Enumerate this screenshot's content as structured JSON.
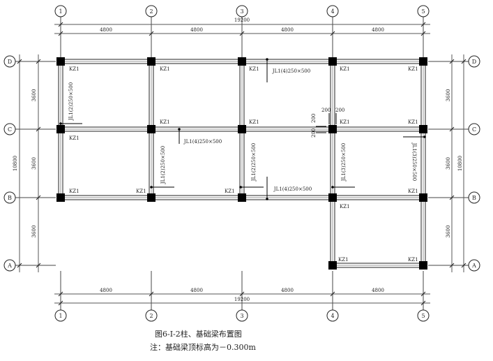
{
  "axes": {
    "cols": [
      "1",
      "2",
      "3",
      "4",
      "5"
    ],
    "rows": [
      "D",
      "C",
      "B",
      "A"
    ]
  },
  "dims": {
    "total_x": "19200",
    "bay_x": "4800",
    "total_y": "10800",
    "bay_y": "3600",
    "offset": "200"
  },
  "column_label": "KZ1",
  "beams": {
    "b1": "JL1(2)250×500",
    "b2": "JL1(4)250×500",
    "b3": "JL1(4)250×500",
    "b4": "JL1(2)250×500",
    "b5": "JL1(2)250×500",
    "b6": "JL1(4)250×500",
    "b7": "JL1(3)250×500",
    "b8": "JL1(3)250×500"
  },
  "caption": {
    "title": "图6-Ⅰ-2柱、基础梁布置图",
    "note": "注：基础梁顶标高为－0.300m"
  }
}
